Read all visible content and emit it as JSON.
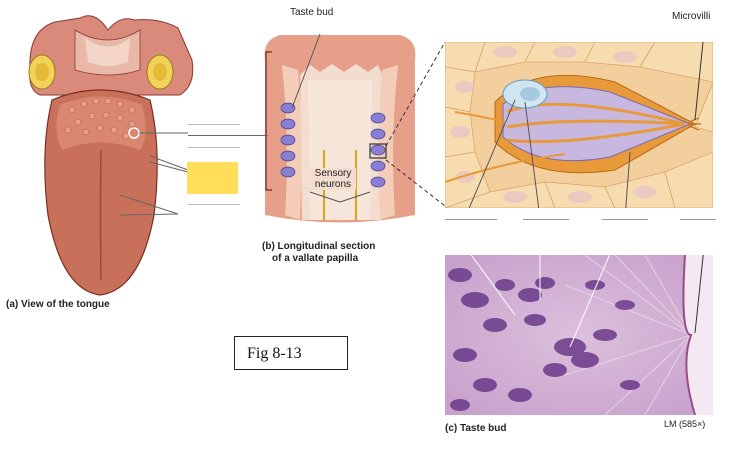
{
  "labels": {
    "taste_bud_top": "Taste bud",
    "microvilli": "Microvilli",
    "sensory_neurons": "Sensory\nneurons",
    "caption_a": "(a) View of the tongue",
    "caption_b_line1": "(b) Longitudinal section",
    "caption_b_line2": "of a vallate papilla",
    "caption_c": "(c) Taste bud",
    "magnification": "LM (585×)",
    "figure_id": "Fig 8-13"
  },
  "colors": {
    "highlight_box": "#ffde59",
    "tongue": "#c9705a",
    "tissue": "#f0c48c",
    "histology": "#c9a0c8"
  }
}
